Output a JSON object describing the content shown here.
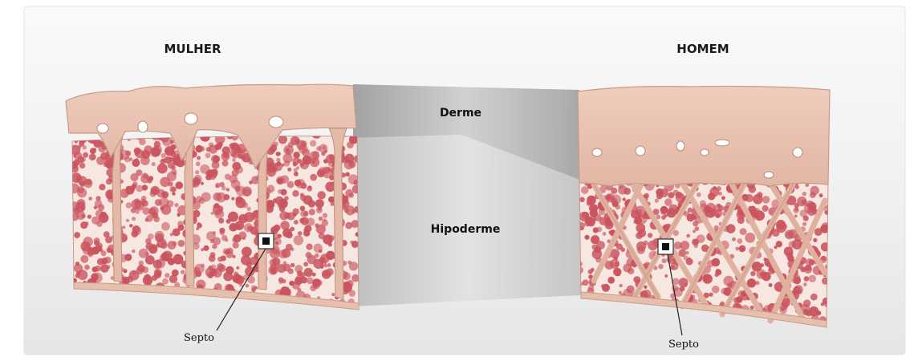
{
  "labels": {
    "woman_title": "MULHER",
    "man_title": "HOMEM",
    "dermis": "Derme",
    "hypodermis": "Hipoderme",
    "septum_left": "Septo",
    "septum_right": "Septo"
  },
  "colors": {
    "background_panel": "#f2f2f2",
    "skin": "#e9c3b2",
    "skin_edge": "#c89a88",
    "fat_cell": "#c9545e",
    "fat_background": "#ffffff",
    "connector_gray": "#bdbdbd"
  }
}
